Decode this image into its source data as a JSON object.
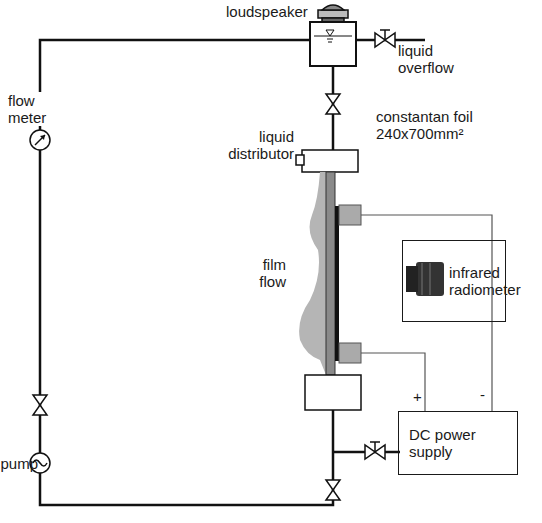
{
  "diagram": {
    "nodes": [
      {
        "text": [
          "infrared radiometer"
        ]
      },
      {
        "text": [
          "DC power supply"
        ]
      }
    ],
    "labels": [
      "loudspeaker",
      "liquid overflow",
      "flow meter",
      "liquid distributor",
      "constantan foil 240x700mm²",
      "film flow",
      "pump",
      "+",
      "-"
    ]
  }
}
